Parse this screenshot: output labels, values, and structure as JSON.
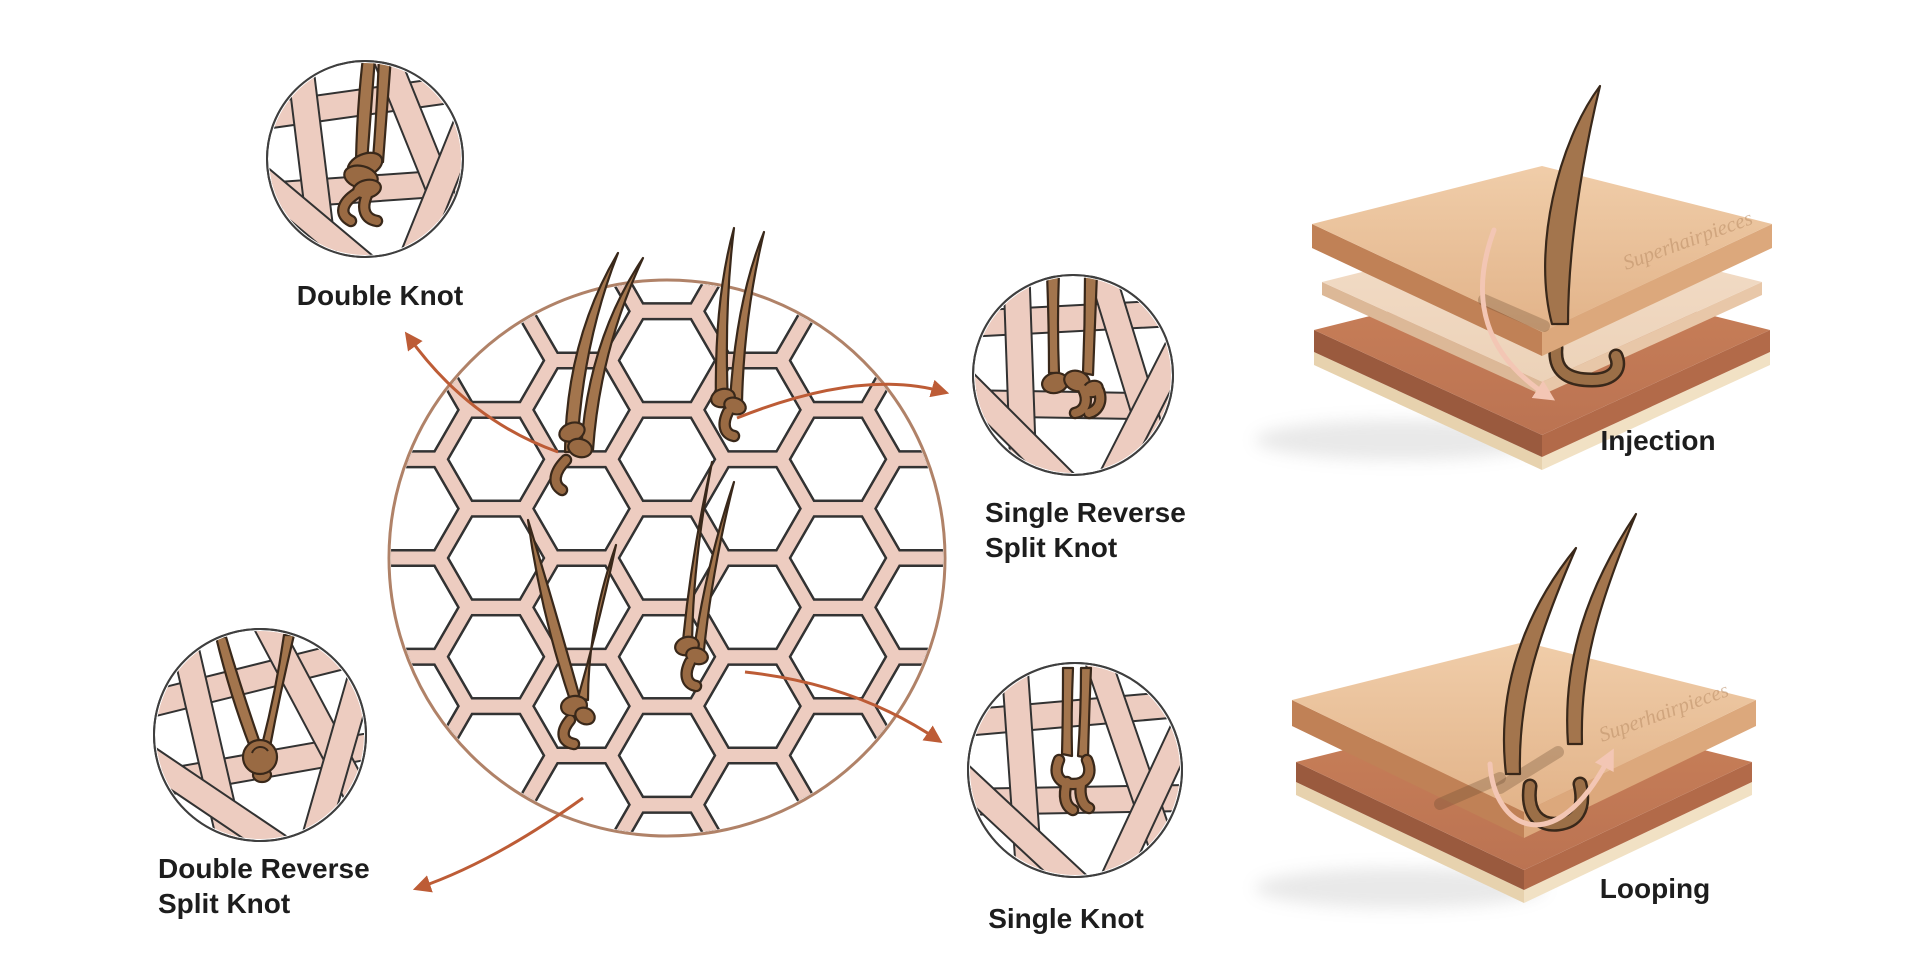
{
  "scene": {
    "background": "#ffffff"
  },
  "callouts": [
    {
      "id": "double-knot",
      "label_lines": [
        "Double Knot"
      ]
    },
    {
      "id": "single-reverse-split-knot",
      "label_lines": [
        "Single Reverse",
        "Split Knot"
      ]
    },
    {
      "id": "double-reverse-split-knot",
      "label_lines": [
        "Double Reverse",
        "Split Knot"
      ]
    },
    {
      "id": "single-knot",
      "label_lines": [
        "Single Knot"
      ]
    }
  ],
  "methods": [
    {
      "id": "injection",
      "label": "Injection",
      "watermark": "Superhairpieces"
    },
    {
      "id": "looping",
      "label": "Looping",
      "watermark": "Superhairpieces"
    }
  ],
  "colors": {
    "background": "#ffffff",
    "mesh_strip": "#edccc0",
    "mesh_outline": "#333333",
    "mesh_ring": "#b08268",
    "hair": "#a3754d",
    "knot": "#996a43",
    "hair_outline": "#39281a",
    "callout_arrow": "#bd5c36",
    "layer_arrow": "#f3c6b4",
    "skin_top": "#eac29e",
    "skin_mid": "#f0dcc9",
    "skin_base": "#c17a58",
    "base_trim": "#f1e1c4",
    "label_text": "#1d1d1d",
    "watermark_text": "#bb8e66"
  }
}
